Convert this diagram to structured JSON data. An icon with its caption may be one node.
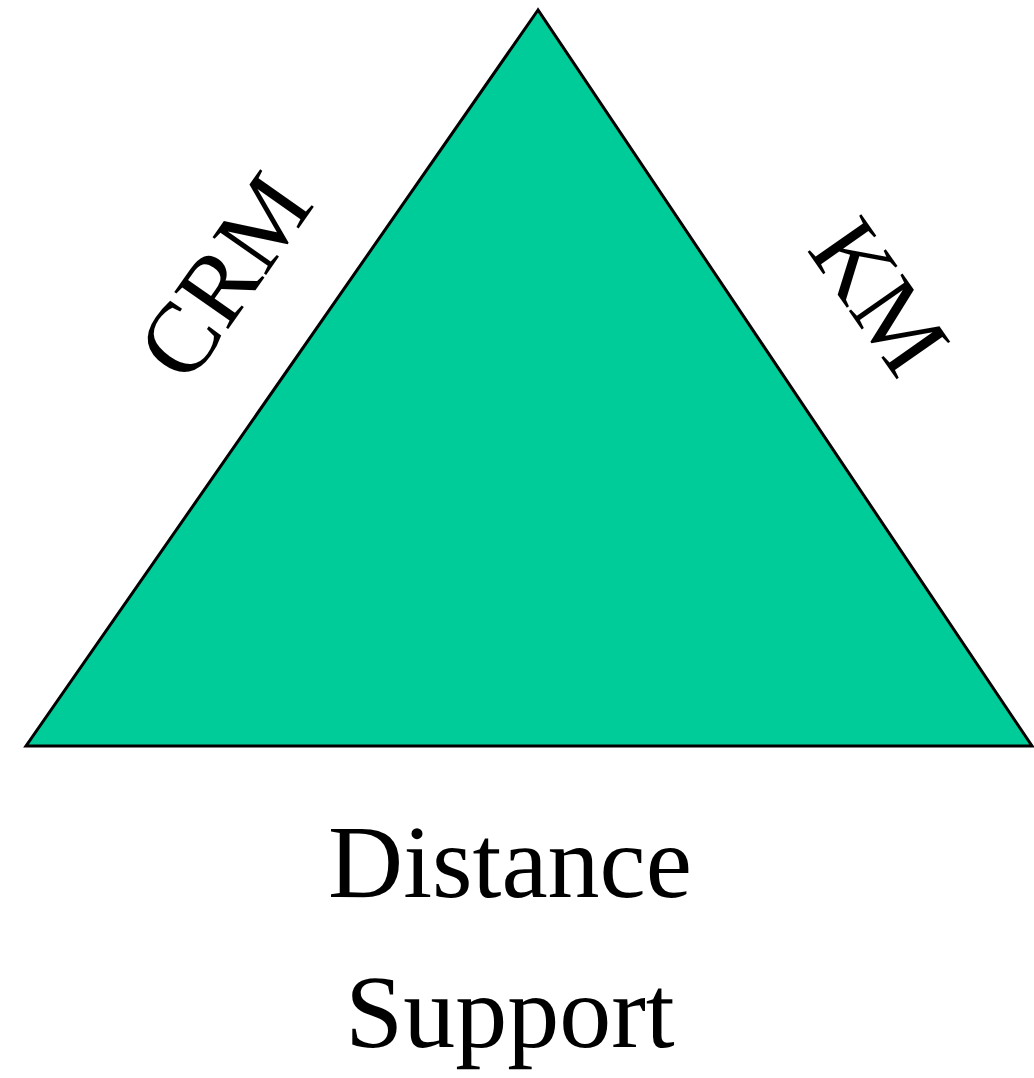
{
  "diagram": {
    "nodes": [
      {
        "text": [],
        "shape": "triangle",
        "beside": [
          "CRM",
          "KM",
          "Distance Support"
        ]
      }
    ]
  }
}
